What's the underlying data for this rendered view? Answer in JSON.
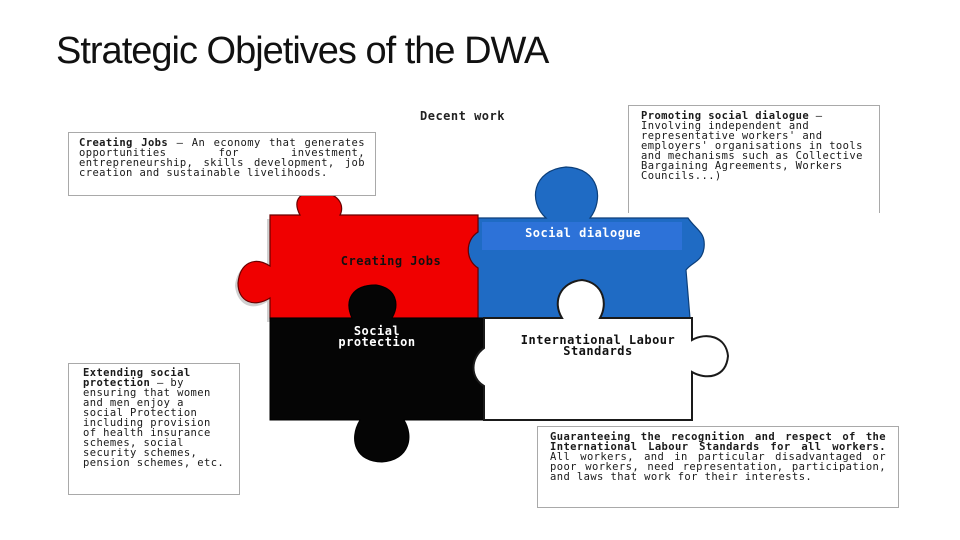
{
  "slide": {
    "title": "Strategic Objetives of the DWA"
  },
  "diagram": {
    "center_title": "Decent work",
    "pieces": {
      "jobs": {
        "label": "Creating Jobs",
        "color": "#f00000"
      },
      "dialogue": {
        "label": "Social dialogue",
        "color": "#1f6bc4",
        "label_bg": "#2d72d8"
      },
      "protection": {
        "label": "Social protection",
        "color": "#050505"
      },
      "ils": {
        "label": "International Labour Standards",
        "color": "#ffffff"
      }
    },
    "boxes": {
      "jobs": {
        "heading": "Creating Jobs",
        "text": "– An economy that generates opportunities for investment, entrepreneurship, skills development, job creation and sustainable livelihoods."
      },
      "dialogue": {
        "heading": "Promoting social dialogue",
        "text": "– Involving independent and representative workers' and employers' organisations in tools and mechanisms such as Collective Bargaining Agreements, Workers Councils...)"
      },
      "protection": {
        "heading": "Extending social protection",
        "text": "– by ensuring that women and men enjoy a social Protection including provision of health insurance schemes, social security schemes, pension schemes, etc."
      },
      "ils": {
        "heading": "Guaranteeing the recognition and respect of the International Labour Standards for all workers.",
        "text": "All workers, and in particular disadvantaged or poor workers, need representation, participation, and laws that work for their interests."
      }
    }
  }
}
